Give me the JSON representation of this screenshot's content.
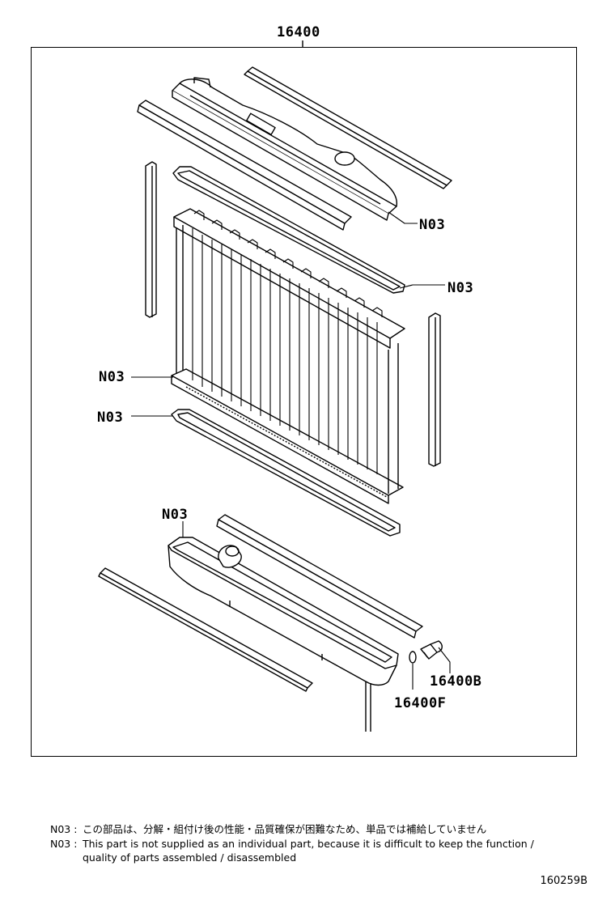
{
  "diagram": {
    "assembly_number": "16400",
    "callouts": {
      "upper_tank": "N03",
      "upper_gasket": "N03",
      "core_upper_seal": "N03",
      "lower_gasket": "N03",
      "lower_tank": "N03",
      "drain_cock": "16400B",
      "o_ring": "16400F"
    }
  },
  "notes": {
    "line1_code": "N03 :",
    "line1_text": "この部品は、分解・組付け後の性能・品質確保が困難なため、単品では補給していません",
    "line2_code": "N03 :",
    "line2_text": "This part is not supplied as an individual part, because it is difficult to keep the function /",
    "line3_text": "quality of parts assembled / disassembled"
  },
  "reference": "160259B"
}
